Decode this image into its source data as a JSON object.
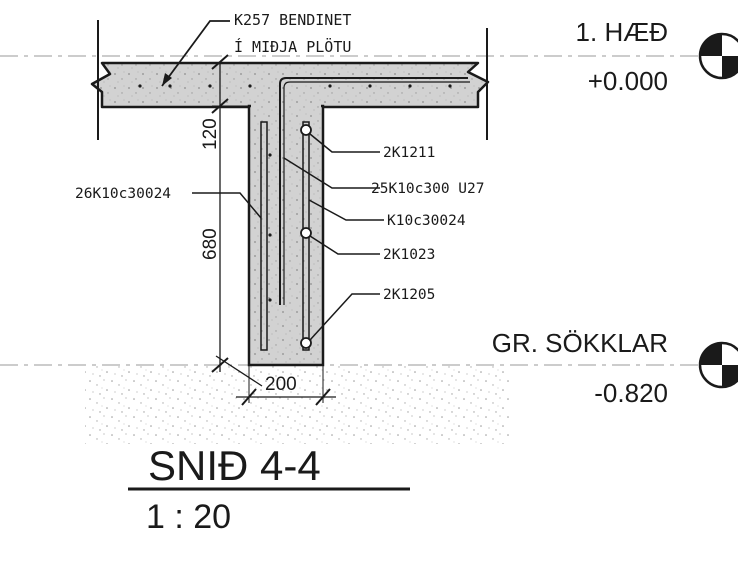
{
  "section": {
    "title": "SNIÐ 4-4",
    "scale": "1 : 20"
  },
  "levels": [
    {
      "name": "1. HÆÐ",
      "elevation": "+0.000"
    },
    {
      "name": "GR. SÖKKLAR",
      "elevation": "-0.820"
    }
  ],
  "slab_note": {
    "line1": "K257 BENDINET",
    "line2": "Í MIÐJA PLÖTU"
  },
  "dimensions": {
    "slab_thickness": "120",
    "wall_height": "680",
    "wall_width": "200"
  },
  "rebar_labels": {
    "left": "26K10c30024",
    "r1": "2K1211",
    "r2": "25K10c300 U27",
    "r3": "K10c30024",
    "r4": "2K1023",
    "r5": "2K1205"
  },
  "colors": {
    "ink": "#1a1a1a",
    "concrete": "#d0d0d0",
    "ground": "#bdbdbd"
  }
}
